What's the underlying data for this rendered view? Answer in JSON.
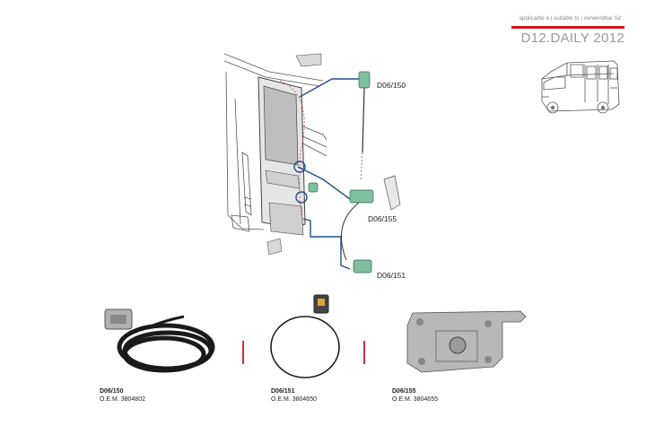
{
  "header": {
    "applicable": "applicable a | suitable to | verwendbar für:",
    "model": "D12.DAILY 2012",
    "accent_color": "#d2141e"
  },
  "diagram": {
    "callouts": [
      "D06/150",
      "D06/155",
      "D06/151"
    ],
    "line_color": "#1e4f8c",
    "part_color": "#7fbf9f"
  },
  "products": [
    {
      "code": "D06/150",
      "oem": "O.E.M. 3804802"
    },
    {
      "code": "D06/151",
      "oem": "O.E.M. 3804650"
    },
    {
      "code": "D06/155",
      "oem": "O.E.M. 3804655"
    }
  ]
}
